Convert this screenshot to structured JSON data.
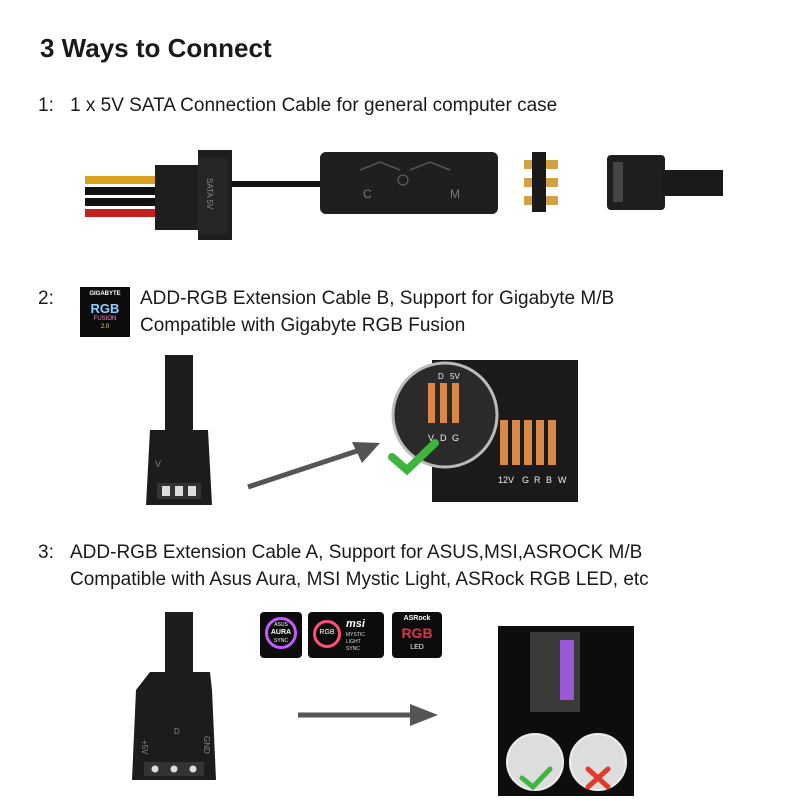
{
  "title": "3 Ways to Connect",
  "steps": [
    {
      "number": "1:",
      "lines": [
        "1 x 5V SATA Connection Cable for general computer case"
      ],
      "connector_label": "SATA 5V",
      "controller_labels": [
        "C",
        "M"
      ]
    },
    {
      "number": "2:",
      "lines": [
        "ADD-RGB Extension Cable B, Support for Gigabyte M/B",
        "Compatible with Gigabyte RGB Fusion"
      ],
      "logo_lines": [
        "GIGABYTE",
        "RGB",
        "FUSION",
        "2.0"
      ],
      "header_pin_labels": [
        "V",
        "D",
        "G"
      ],
      "board_pin_labels_top": [
        "D",
        "5V"
      ],
      "board_pin_labels_bottom": [
        "12V",
        "G",
        "R",
        "B",
        "W"
      ]
    },
    {
      "number": "3:",
      "lines": [
        "ADD-RGB Extension Cable A, Support for ASUS,MSI,ASROCK M/B",
        "Compatible with Asus Aura, MSI Mystic Light, ASRock RGB LED, etc"
      ],
      "logos": [
        {
          "lines": [
            "ASUS",
            "AURA",
            "SYNC"
          ]
        },
        {
          "lines": [
            "RGB",
            "msi",
            "MYSTIC",
            "LIGHT",
            "SYNC"
          ]
        },
        {
          "lines": [
            "ASRock",
            "RGB",
            "LED"
          ]
        }
      ],
      "connector_pin_labels": [
        "+5V",
        "D",
        "GND"
      ]
    }
  ],
  "colors": {
    "check": "#3fb43f",
    "cross": "#e03a2a",
    "header_orange": "#d9884a",
    "cable": "#1c1c1c",
    "arrow": "#555555"
  }
}
